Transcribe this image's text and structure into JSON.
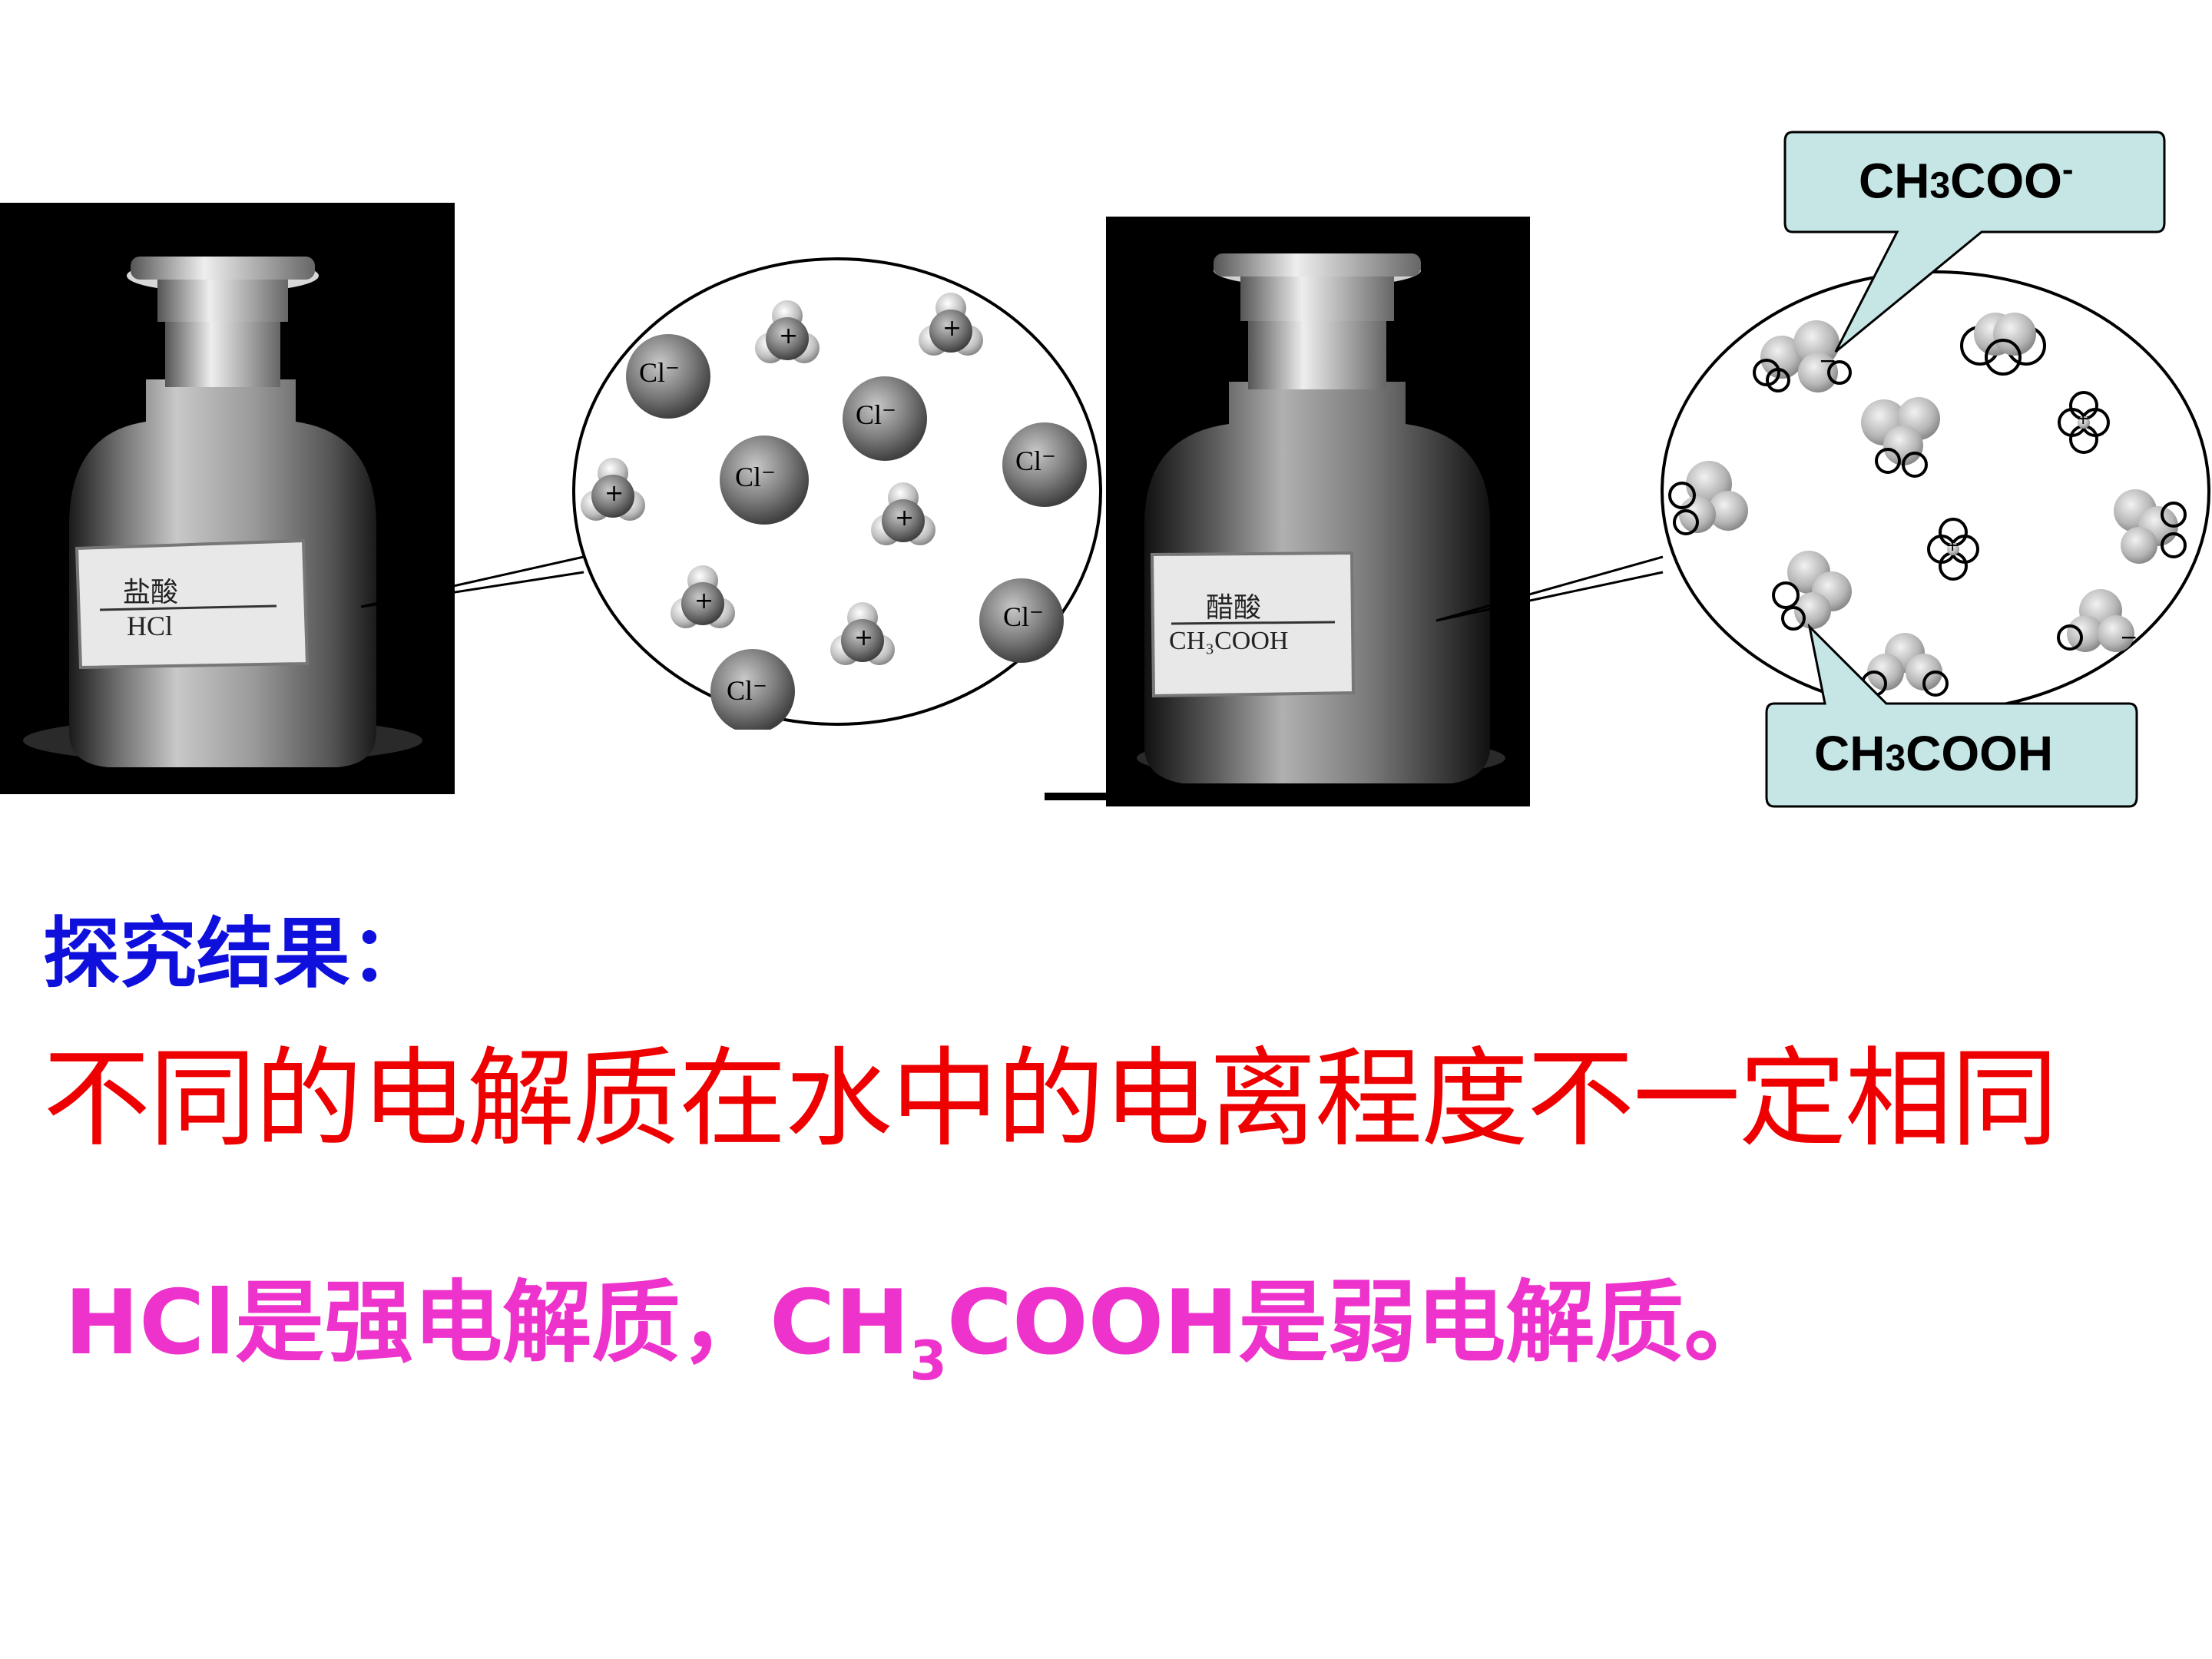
{
  "bottle_hcl": {
    "label_name": "盐酸",
    "label_formula": "HCl"
  },
  "bottle_acetic": {
    "label_name": "醋酸",
    "label_formula": "CH₃COOH"
  },
  "hcl_view": {
    "cation_sign": "+",
    "anion_label": "Cl⁻"
  },
  "acetic_view": {
    "anion_sign": "−",
    "cation_sign": "+"
  },
  "callout_top": {
    "text_a": "CH",
    "text_sub": "3",
    "text_b": "COO",
    "text_sup": "-"
  },
  "callout_bottom": {
    "text_a": "CH",
    "text_sub": "3",
    "text_b": "COOH"
  },
  "heading": "探究结果：",
  "conclusion": "不同的电解质在水中的电离程度不一定相同",
  "summary": {
    "part1": "HCl是强电解质，CH",
    "sub": "3",
    "part2": "COOH是弱电解质。"
  },
  "colors": {
    "heading": "#1010dd",
    "conclusion": "#ee0000",
    "summary": "#ee33cc",
    "callout_fill": "#c6e6e6"
  }
}
